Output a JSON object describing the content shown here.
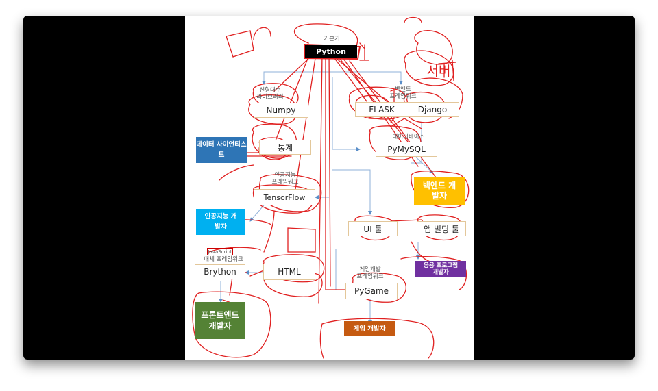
{
  "diagram": {
    "basic": {
      "caption": "기본기",
      "label": "Python"
    },
    "libs": {
      "caption": [
        "선형대수",
        "라이브러리"
      ],
      "numpy": "Numpy",
      "stats": "통계"
    },
    "backend_fw": {
      "caption": [
        "백엔드",
        "프레임워크"
      ],
      "flask": "FLASK",
      "django": "Django"
    },
    "annotation_server": "서버",
    "db": {
      "caption": "데이터베이스",
      "pymysql": "PyMySQL"
    },
    "ai": {
      "caption": [
        "인공지능",
        "프레임워크"
      ],
      "tensorflow": "TensorFlow"
    },
    "ui": {
      "tool": "UI 툴",
      "app_building": "앱 빌딩 툴"
    },
    "frontend": {
      "caption_js": "JavaScript",
      "caption": "대체 프레임워크",
      "brython": "Brython",
      "html": "HTML"
    },
    "game": {
      "caption": [
        "게임개발",
        "프레임워크"
      ],
      "pygame": "PyGame"
    },
    "roles": {
      "data_scientist": "데이터 사이언티스트",
      "backend_dev": "백엔드 개발자",
      "ai_dev": "인공지능 개발자",
      "app_dev": "응용 프로그램 개발자",
      "frontend_dev": "프론트엔드 개발자",
      "game_dev": "게임 개발자"
    },
    "colors": {
      "data_scientist": "#2e75b6",
      "backend_dev": "#ffc000",
      "ai_dev": "#00b0f0",
      "app_dev": "#7030a0",
      "frontend_dev": "#548235",
      "game_dev": "#c55a11",
      "annotation": "#e02020",
      "box_border": "#e3c79a"
    }
  }
}
